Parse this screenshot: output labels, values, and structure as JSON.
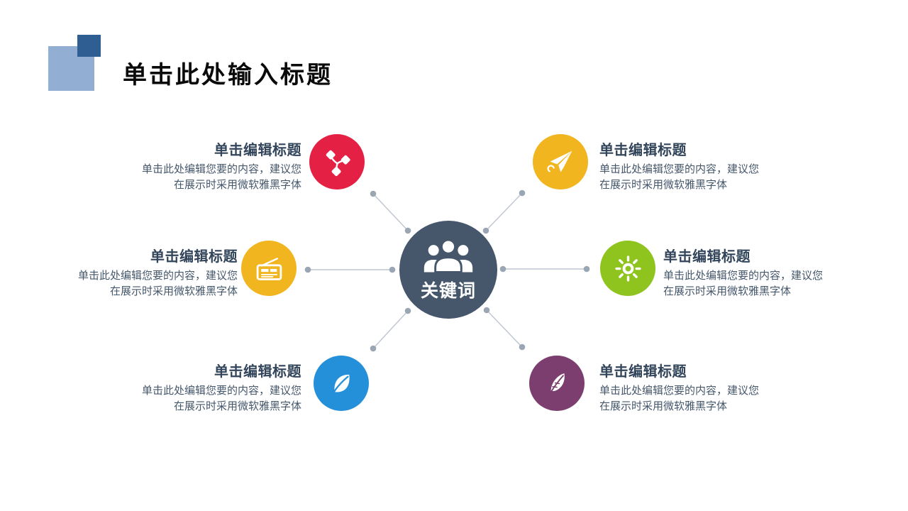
{
  "slide": {
    "background": "#ffffff"
  },
  "header": {
    "title": "单击此处输入标题",
    "title_color": "#0a0a0a",
    "decor_light_color": "#92aed3",
    "decor_dark_color": "#2e5e92"
  },
  "hub": {
    "label": "关键词",
    "color": "#46576b",
    "text_color": "#ffffff",
    "icon": "people-group-icon"
  },
  "connector": {
    "line_color": "#bfc6d0",
    "dot_color": "#9ba6b4"
  },
  "text_colors": {
    "heading": "#32455b",
    "body": "#45576b"
  },
  "items": [
    {
      "position": "top-left",
      "heading": "单击编辑标题",
      "body_line1": "单击此处编辑您要的内容，建议您",
      "body_line2": "在展示时采用微软雅黑字体",
      "icon": "network-nodes-icon",
      "color": "#e52045"
    },
    {
      "position": "top-right",
      "heading": "单击编辑标题",
      "body_line1": "单击此处编辑您要的内容，建议您",
      "body_line2": "在展示时采用微软雅黑字体",
      "icon": "paper-plane-icon",
      "color": "#f1b51f"
    },
    {
      "position": "middle-left",
      "heading": "单击编辑标题",
      "body_line1": "单击此处编辑您要的内容，建议您",
      "body_line2": "在展示时采用微软雅黑字体",
      "icon": "radio-icon",
      "color": "#f1b51f"
    },
    {
      "position": "middle-right",
      "heading": "单击编辑标题",
      "body_line1": "单击此处编辑您要的内容，建议您",
      "body_line2": "在展示时采用微软雅黑字体",
      "icon": "sun-icon",
      "color": "#8ec41d"
    },
    {
      "position": "bottom-left",
      "heading": "单击编辑标题",
      "body_line1": "单击此处编辑您要的内容，建议您",
      "body_line2": "在展示时采用微软雅黑字体",
      "icon": "leaf-icon",
      "color": "#2590da"
    },
    {
      "position": "bottom-right",
      "heading": "单击编辑标题",
      "body_line1": "单击此处编辑您要的内容，建议您",
      "body_line2": "在展示时采用微软雅黑字体",
      "icon": "feather-icon",
      "color": "#7b3e6e"
    }
  ]
}
